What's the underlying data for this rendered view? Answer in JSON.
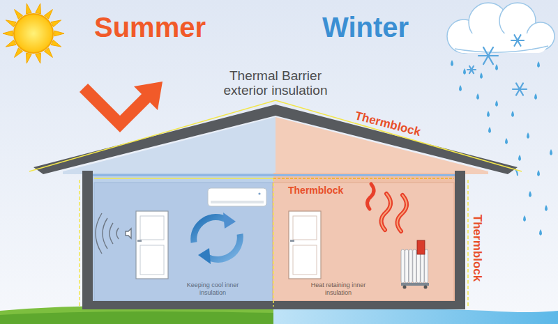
{
  "diagram": {
    "nodes": [
      {
        "text": [
          "Keeping cool inner insulation"
        ]
      },
      {
        "text": [
          "Thermblock",
          "Heat retaining inner insulation"
        ]
      }
    ],
    "labels": [
      "Summer",
      "Winter",
      "Thermal Barrier exterior insulation",
      "Thermblock",
      "Thermblock"
    ]
  }
}
